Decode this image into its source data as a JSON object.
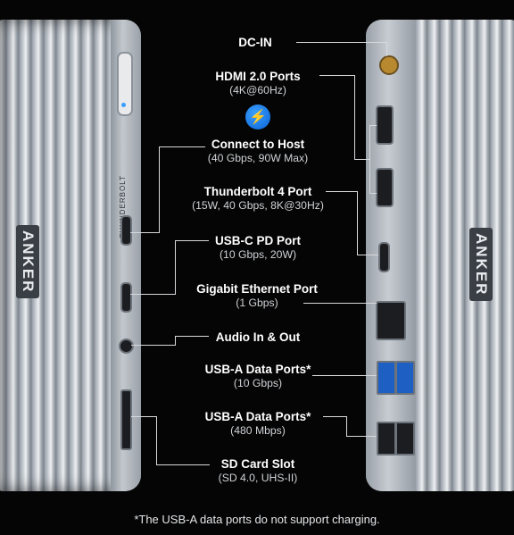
{
  "brand": "ANKER",
  "side_text": "THUNDERBOLT",
  "labels": [
    {
      "id": "dc-in",
      "title": "DC-IN",
      "sub": ""
    },
    {
      "id": "hdmi",
      "title": "HDMI 2.0 Ports",
      "sub": "(4K@60Hz)"
    },
    {
      "id": "host",
      "title": "Connect to Host",
      "sub": "(40 Gbps, 90W Max)"
    },
    {
      "id": "tb4",
      "title": "Thunderbolt 4 Port",
      "sub": "(15W, 40 Gbps, 8K@30Hz)"
    },
    {
      "id": "usbc",
      "title": "USB-C PD Port",
      "sub": "(10 Gbps, 20W)"
    },
    {
      "id": "ethernet",
      "title": "Gigabit Ethernet Port",
      "sub": "(1 Gbps)"
    },
    {
      "id": "audio",
      "title": "Audio In & Out",
      "sub": ""
    },
    {
      "id": "usba10",
      "title": "USB-A Data Ports*",
      "sub": "(10 Gbps)"
    },
    {
      "id": "usba480",
      "title": "USB-A Data Ports*",
      "sub": "(480 Mbps)"
    },
    {
      "id": "sd",
      "title": "SD Card Slot",
      "sub": "(SD 4.0, UHS-II)"
    }
  ],
  "footnote": "*The USB-A data ports do not support charging.",
  "icon": "thunderbolt-icon",
  "colors": {
    "accent": "#0a63d6",
    "line": "#d7d9dc",
    "background": "#050505"
  }
}
